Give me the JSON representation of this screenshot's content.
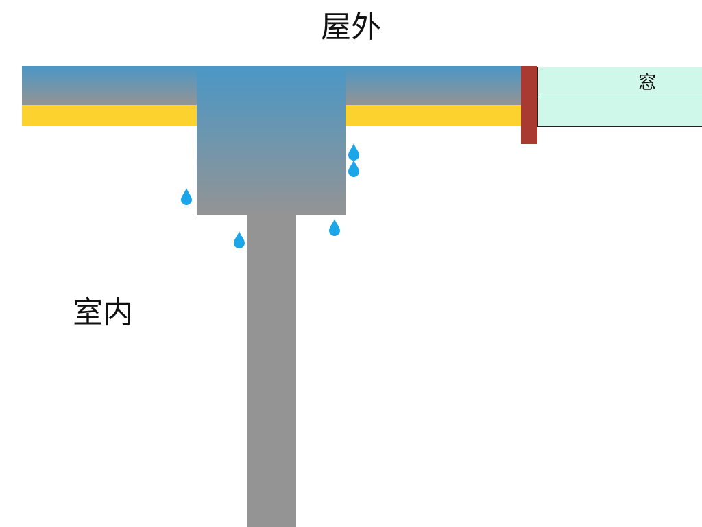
{
  "labels": {
    "outdoor": "屋外",
    "indoor": "室内",
    "window": "窓"
  },
  "colors": {
    "concrete": "#949494",
    "cold_surface": "#4a97c6",
    "insulation": "#fcd32e",
    "window_frame": "#a83a32",
    "window_glass": "#d0f8ea",
    "water_drop": "#1aa6e8"
  },
  "icons": {
    "drop": "condensation-drop-icon"
  }
}
